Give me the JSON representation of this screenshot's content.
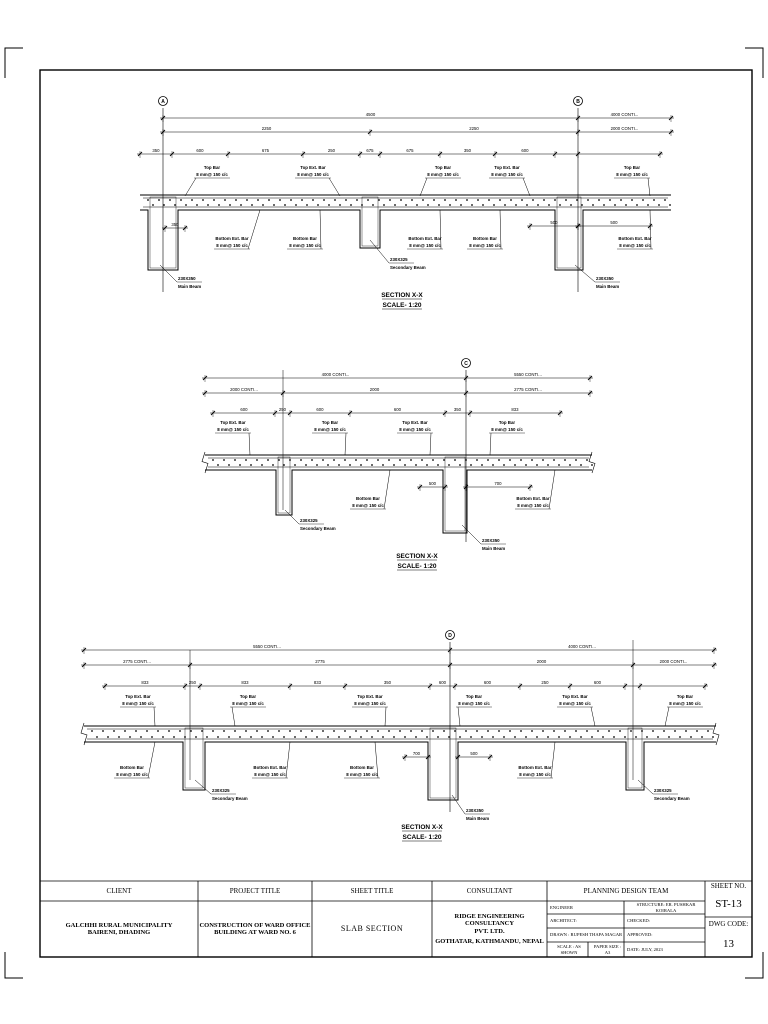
{
  "sections": [
    {
      "title": "SECTION X-X",
      "scale": "SCALE- 1:20",
      "grids": [
        "A",
        "B"
      ],
      "dims": {
        "row1": [
          "4500",
          "4000 CONTI..."
        ],
        "row2": [
          "2250",
          "2250",
          "2000 CONTI..."
        ],
        "row3": [
          "350",
          "600",
          "675",
          "250",
          "675",
          "675",
          "350",
          "600"
        ],
        "lower": [
          "350",
          "500",
          "500"
        ]
      },
      "bar_labels": [
        {
          "l1": "Top Bar",
          "l2": "8 mm@ 150 c/c"
        },
        {
          "l1": "Top Ext. Bar",
          "l2": "8 mm@ 150 c/c"
        },
        {
          "l1": "Top Bar",
          "l2": "8 mm@ 150 c/c"
        },
        {
          "l1": "Top Ext. Bar",
          "l2": "8 mm@ 150 c/c"
        },
        {
          "l1": "Top Bar",
          "l2": "8 mm@ 150 c/c"
        },
        {
          "l1": "Bottom Ext. Bar",
          "l2": "8 mm@ 150 c/c"
        },
        {
          "l1": "Bottom Bar",
          "l2": "8 mm@ 150 c/c"
        },
        {
          "l1": "Bottom Ext. Bar",
          "l2": "8 mm@ 150 c/c"
        },
        {
          "l1": "Bottom Bar",
          "l2": "8 mm@ 150 c/c"
        },
        {
          "l1": "Bottom Ext. Bar",
          "l2": "8 mm@ 150 c/c"
        }
      ],
      "beam_labels": [
        {
          "l1": "230X350",
          "l2": "Main Beam"
        },
        {
          "l1": "230X325",
          "l2": "Secondary Beam"
        },
        {
          "l1": "230X350",
          "l2": "Main Beam"
        }
      ]
    },
    {
      "title": "SECTION X-X",
      "scale": "SCALE- 1:20",
      "grids": [
        "C"
      ],
      "dims": {
        "row1": [
          "4000 CONTI...",
          "5550 CONTI..."
        ],
        "row2": [
          "2000 CONTI...",
          "2000",
          "2775 CONTI..."
        ],
        "row3": [
          "600",
          "250",
          "600",
          "600",
          "350",
          "833"
        ],
        "lower": [
          "500",
          "700"
        ]
      },
      "bar_labels": [
        {
          "l1": "Top Ext. Bar",
          "l2": "8 mm@ 150 c/c"
        },
        {
          "l1": "Top Bar",
          "l2": "8 mm@ 150 c/c"
        },
        {
          "l1": "Top Ext. Bar",
          "l2": "8 mm@ 150 c/c"
        },
        {
          "l1": "Top Bar",
          "l2": "8 mm@ 150 c/c"
        },
        {
          "l1": "Bottom Bar",
          "l2": "8 mm@ 150 c/c"
        },
        {
          "l1": "Bottom Ext. Bar",
          "l2": "8 mm@ 150 c/c"
        }
      ],
      "beam_labels": [
        {
          "l1": "230X325",
          "l2": "Secondary Beam"
        },
        {
          "l1": "230X350",
          "l2": "Main Beam"
        }
      ]
    },
    {
      "title": "SECTION X-X",
      "scale": "SCALE- 1:20",
      "grids": [
        "D"
      ],
      "dims": {
        "row1": [
          "5550 CONTI...",
          "4000 CONTI..."
        ],
        "row2": [
          "2775 CONTI...",
          "2775",
          "2000",
          "2000 CONTI..."
        ],
        "row3": [
          "833",
          "250",
          "833",
          "833",
          "350",
          "600",
          "600",
          "250",
          "600"
        ],
        "lower": [
          "700",
          "500"
        ]
      },
      "bar_labels": [
        {
          "l1": "Top Ext. Bar",
          "l2": "8 mm@ 150 c/c"
        },
        {
          "l1": "Top Bar",
          "l2": "8 mm@ 150 c/c"
        },
        {
          "l1": "Top Ext. Bar",
          "l2": "8 mm@ 150 c/c"
        },
        {
          "l1": "Top Bar",
          "l2": "8 mm@ 150 c/c"
        },
        {
          "l1": "Top Ext. Bar",
          "l2": "8 mm@ 150 c/c"
        },
        {
          "l1": "Top Bar",
          "l2": "8 mm@ 150 c/c"
        },
        {
          "l1": "Bottom Bar",
          "l2": "8 mm@ 150 c/c"
        },
        {
          "l1": "Bottom Ext. Bar",
          "l2": "8 mm@ 150 c/c"
        },
        {
          "l1": "Bottom Bar",
          "l2": "8 mm@ 150 c/c"
        },
        {
          "l1": "Bottom Ext. Bar",
          "l2": "8 mm@ 150 c/c"
        }
      ],
      "beam_labels": [
        {
          "l1": "230X325",
          "l2": "Secondary Beam"
        },
        {
          "l1": "230X350",
          "l2": "Main Beam"
        },
        {
          "l1": "230X325",
          "l2": "Secondary Beam"
        }
      ]
    }
  ],
  "title_block": {
    "client_header": "CLIENT",
    "client_line1": "GALCHHI RURAL MUNICIPALITY",
    "client_line2": "BAIRENI, DHADING",
    "project_header": "PROJECT TITLE",
    "project_line1": "CONSTRUCTION OF WARD OFFICE",
    "project_line2": "BUILDING AT WARD NO. 6",
    "sheet_title_header": "SHEET TITLE",
    "sheet_title": "SLAB SECTION",
    "consultant_header": "CONSULTANT",
    "consultant_line1": "RIDGE ENGINEERING CONSULTANCY",
    "consultant_line2": "PVT. LTD.",
    "consultant_line3": "GOTHATAR, KATHMANDU, NEPAL",
    "team_header": "PLANNING DESIGN TEAM",
    "engineer": "ENGINEER",
    "structure": "STRUCTURE: ER. PUSHKAR KOIRALA",
    "architect": "ARCHITECT:",
    "checked": "CHECKED:",
    "drawn": "DRAWN : RUPESH THAPA MAGAR",
    "approved": "APPROVED:",
    "scale": "SCALE : AS SHOWN",
    "paper": "PAPER SIZE : A3",
    "date": "DATE: JULY, 2023",
    "sheet_no_label": "SHEET NO.",
    "sheet_no": "ST-13",
    "dwg_code_label": "DWG CODE:",
    "dwg_code": "13"
  }
}
